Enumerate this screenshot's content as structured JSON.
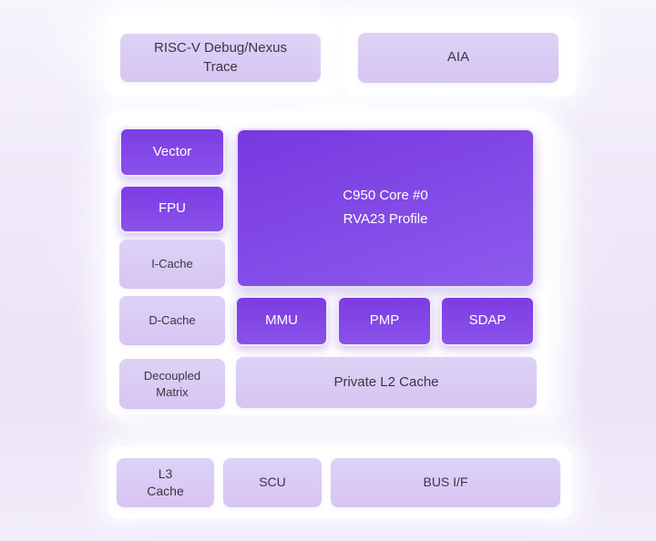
{
  "colors": {
    "card": "#ffffff",
    "solid-start": "#7c3ce3",
    "solid-end": "#8a52ea",
    "core-start": "#7838df",
    "core-end": "#8d5bee",
    "light-block": "#d6c5f1",
    "light-block-soft": "#ddd2f6",
    "text-dark": "#3c3444",
    "text-light": "#ffffff"
  },
  "top_row": {
    "debug_block": {
      "label": "RISC-V Debug/Nexus\nTrace"
    },
    "aia_block": {
      "label": "AIA"
    }
  },
  "core_cluster": {
    "left_column": [
      {
        "label": "Vector"
      },
      {
        "label": "FPU"
      },
      {
        "label": "I-Cache"
      },
      {
        "label": "D-Cache"
      },
      {
        "label": "Decoupled\nMatrix"
      }
    ],
    "core_block": {
      "line1": "C950 Core #0",
      "line2": "RVA23 Profile"
    },
    "sub_blocks": [
      {
        "label": "MMU"
      },
      {
        "label": "PMP"
      },
      {
        "label": "SDAP"
      }
    ],
    "l2_block": {
      "label": "Private L2 Cache"
    }
  },
  "uncore_row": [
    {
      "label": "L3\nCache"
    },
    {
      "label": "SCU"
    },
    {
      "label": "BUS I/F"
    }
  ]
}
